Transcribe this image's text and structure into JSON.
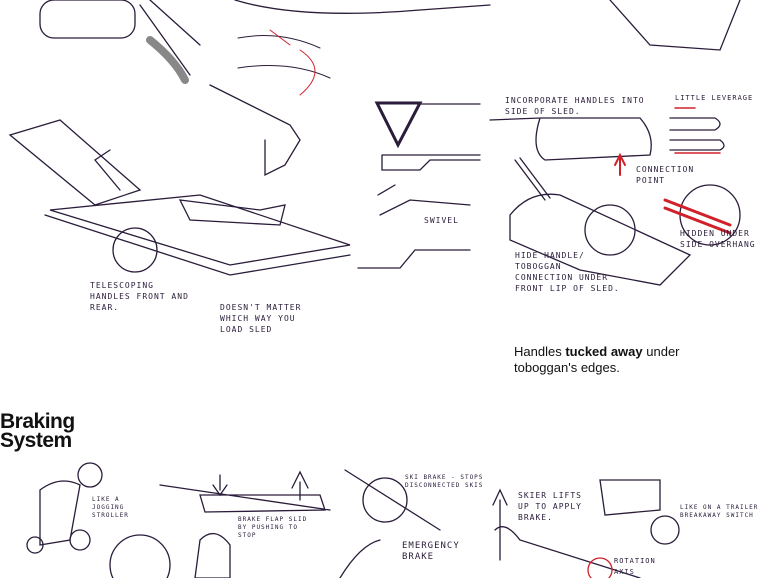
{
  "handles_section": {
    "caption_prefix": "Handles ",
    "caption_bold": "tucked away",
    "caption_suffix": " under toboggan's edges.",
    "sketch_notes": [
      "Incorporate handles into side of sled.",
      "Little leverage",
      "Connection point",
      "Swivel",
      "Hidden under side overhang",
      "Hide handle/ toboggan connection under front lip of sled.",
      "Telescoping handles front and rear.",
      "Doesn't matter which way you load sled"
    ]
  },
  "braking_section": {
    "title": "Braking\nSystem",
    "sketch_notes": [
      "Like a jogging stroller",
      "Brake flap slid by pushing to stop",
      "Ski brake - stops disconnected skis",
      "Skier lifts up to apply brake.",
      "Like on a trailer breakaway switch",
      "Emergency brake",
      "Rotation axis"
    ]
  },
  "colors": {
    "ink": "#2a1c3a",
    "accent_red": "#d0202a"
  }
}
